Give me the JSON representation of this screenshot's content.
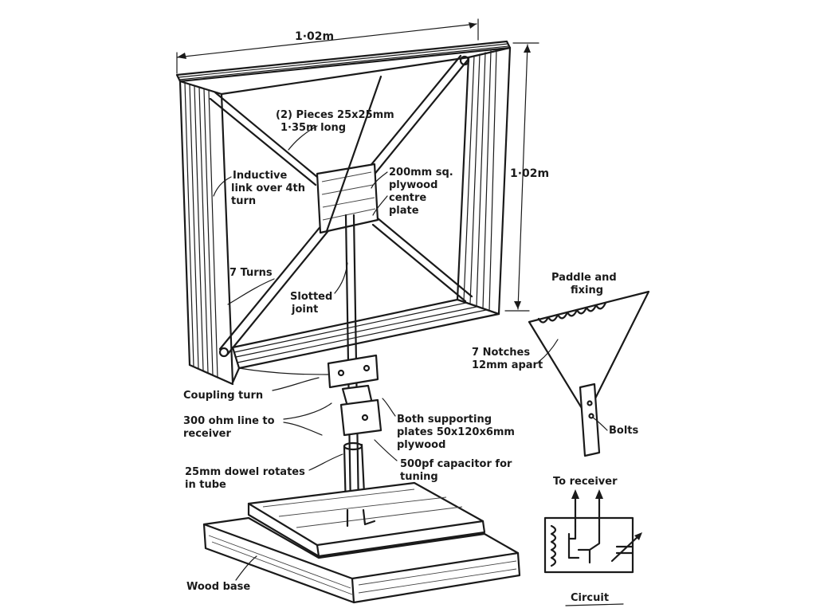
{
  "dimensions": {
    "frame_width": "1·02m",
    "frame_height": "1·02m"
  },
  "labels": {
    "pieces_line1": "(2) Pieces 25x25mm",
    "pieces_line2": "1·35m long",
    "inductive_line1": "Inductive",
    "inductive_line2": "link over 4th",
    "inductive_line3": "turn",
    "plate_line1": "200mm sq.",
    "plate_line2": "plywood",
    "plate_line3": "centre",
    "plate_line4": "plate",
    "turns": "7 Turns",
    "slotted_line1": "Slotted",
    "slotted_line2": "joint",
    "coupling": "Coupling turn",
    "line_line1": "300 ohm line to",
    "line_line2": "receiver",
    "supporting_line1": "Both supporting",
    "supporting_line2": "plates 50x120x6mm",
    "supporting_line3": "plywood",
    "dowel_line1": "25mm dowel rotates",
    "dowel_line2": "in tube",
    "capacitor_line1": "500pf capacitor for",
    "capacitor_line2": "tuning",
    "wood_base": "Wood base",
    "paddle_line1": "Paddle and",
    "paddle_line2": "fixing",
    "notches_line1": "7 Notches",
    "notches_line2": "12mm apart",
    "bolts": "Bolts",
    "to_receiver": "To receiver",
    "circuit": "Circuit"
  }
}
